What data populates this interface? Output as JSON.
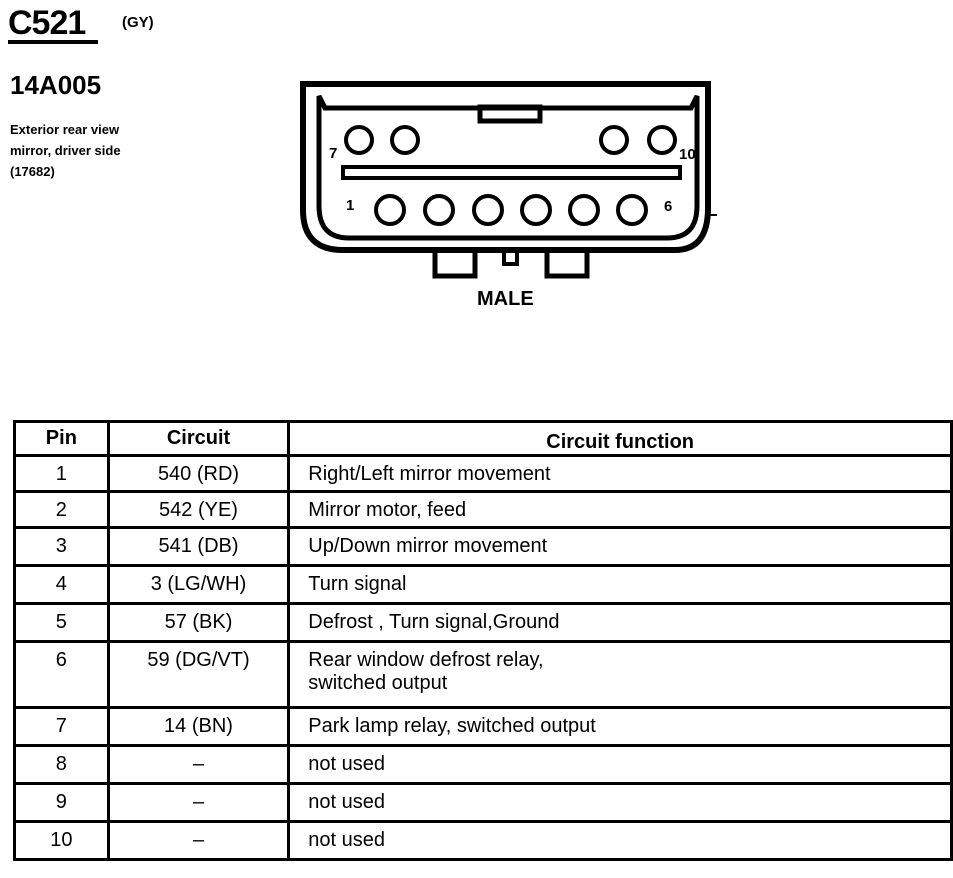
{
  "connector": {
    "id": "C521",
    "color": "(GY)",
    "part_number": "14A005",
    "description": [
      "Exterior rear view",
      "mirror, driver side",
      "(17682)"
    ],
    "gender": "MALE",
    "pin_labels": {
      "top_left": "7",
      "top_right": "10",
      "bottom_left": "1",
      "bottom_right": "6"
    }
  },
  "table": {
    "headers": {
      "pin": "Pin",
      "circuit": "Circuit",
      "function": "Circuit function"
    },
    "rows": [
      {
        "pin": "1",
        "circuit": "540 (RD)",
        "function": [
          "Right/Left mirror movement"
        ]
      },
      {
        "pin": "2",
        "circuit": "542 (YE)",
        "function": [
          "Mirror motor, feed"
        ]
      },
      {
        "pin": "3",
        "circuit": "541 (DB)",
        "function": [
          "Up/Down mirror movement"
        ]
      },
      {
        "pin": "4",
        "circuit": "3 (LG/WH)",
        "function": [
          "Turn signal"
        ]
      },
      {
        "pin": "5",
        "circuit": "57 (BK)",
        "function": [
          "Defrost , Turn signal,Ground"
        ]
      },
      {
        "pin": "6",
        "circuit": "59 (DG/VT)",
        "function": [
          "Rear window defrost relay,",
          "switched output"
        ]
      },
      {
        "pin": "7",
        "circuit": "14 (BN)",
        "function": [
          "Park lamp relay, switched output"
        ]
      },
      {
        "pin": "8",
        "circuit": "–",
        "function": [
          "not used"
        ]
      },
      {
        "pin": "9",
        "circuit": "–",
        "function": [
          "not used"
        ]
      },
      {
        "pin": "10",
        "circuit": "–",
        "function": [
          "not used"
        ]
      }
    ]
  }
}
